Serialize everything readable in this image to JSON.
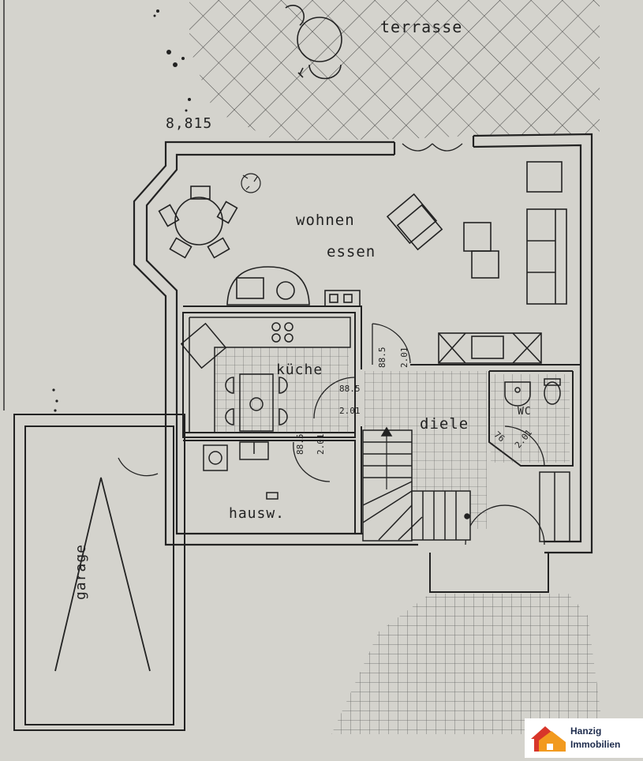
{
  "plan": {
    "scale_label": "8,815",
    "rooms": {
      "terrasse": "terrasse",
      "wohnen": "wohnen",
      "essen": "essen",
      "kueche": "küche",
      "diele": "diele",
      "wc": "WC",
      "hausw": "hausw.",
      "garage": "garage"
    },
    "door_dims": {
      "kitchen_h": "88.5",
      "kitchen_w": "2.01",
      "diele_h": "88.5",
      "diele_w": "2.01",
      "hausw_h": "88.5",
      "hausw_w": "2.01",
      "wc_h": "76",
      "wc_w": "2.01"
    },
    "colors": {
      "background": "#d4d3cd",
      "lines": "#222222",
      "logo_red": "#d8362a",
      "logo_orange": "#f29a1f"
    }
  },
  "logo": {
    "line1": "Hanzig",
    "line2": "Immobilien",
    "icon": "house-icon"
  }
}
